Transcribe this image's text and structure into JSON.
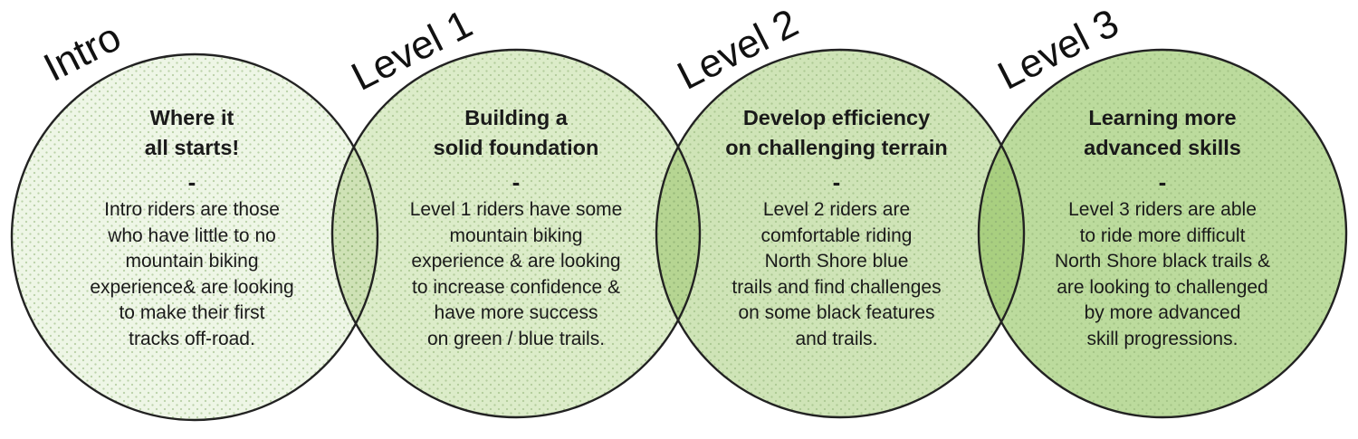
{
  "colors": {
    "circle_fills": [
      "#eef6e6",
      "#dcecc9",
      "#cfe4b7",
      "#bcdb9d"
    ],
    "overlap_fills": [
      "#cfe2b6",
      "#b6d592",
      "#a9cf80"
    ],
    "dot_color": "#8fb274",
    "outline": "#222222"
  },
  "levels": [
    {
      "title": "Intro",
      "heading": [
        "Where it",
        "all starts!"
      ],
      "dash": "-",
      "body": [
        "Intro riders are those",
        "who have little to no",
        "mountain biking",
        "experience& are looking",
        "to make their first",
        "tracks off-road."
      ]
    },
    {
      "title": "Level 1",
      "heading": [
        "Building a",
        "solid foundation"
      ],
      "dash": "-",
      "body": [
        "Level 1 riders have some",
        "mountain biking",
        "experience & are looking",
        "to increase confidence &",
        "have more success",
        "on green / blue trails."
      ]
    },
    {
      "title": "Level 2",
      "heading": [
        "Develop efficiency",
        "on challenging terrain"
      ],
      "dash": "-",
      "body": [
        "Level 2 riders are",
        "comfortable riding",
        "North Shore blue",
        "trails and find challenges",
        "on some black features",
        "and trails."
      ]
    },
    {
      "title": "Level 3",
      "heading": [
        "Learning more",
        "advanced skills"
      ],
      "dash": "-",
      "body": [
        "Level 3 riders are able",
        "to ride more difficult",
        "North Shore black trails &",
        "are looking to challenged",
        "by more advanced",
        "skill progressions."
      ]
    }
  ]
}
